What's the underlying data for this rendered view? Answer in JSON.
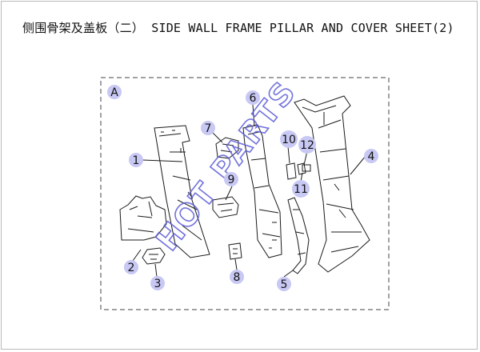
{
  "title": "侧围骨架及盖板（二） SIDE WALL FRAME PILLAR AND COVER SHEET(2)",
  "view_label": "A",
  "watermark": "HOT PARTS",
  "colors": {
    "callout_fill": "#c8c8f4",
    "watermark": "#5a5ad8",
    "line": "#1a1a1a"
  },
  "callouts": [
    "1",
    "2",
    "3",
    "4",
    "5",
    "6",
    "7",
    "8",
    "9",
    "10",
    "11",
    "12"
  ]
}
